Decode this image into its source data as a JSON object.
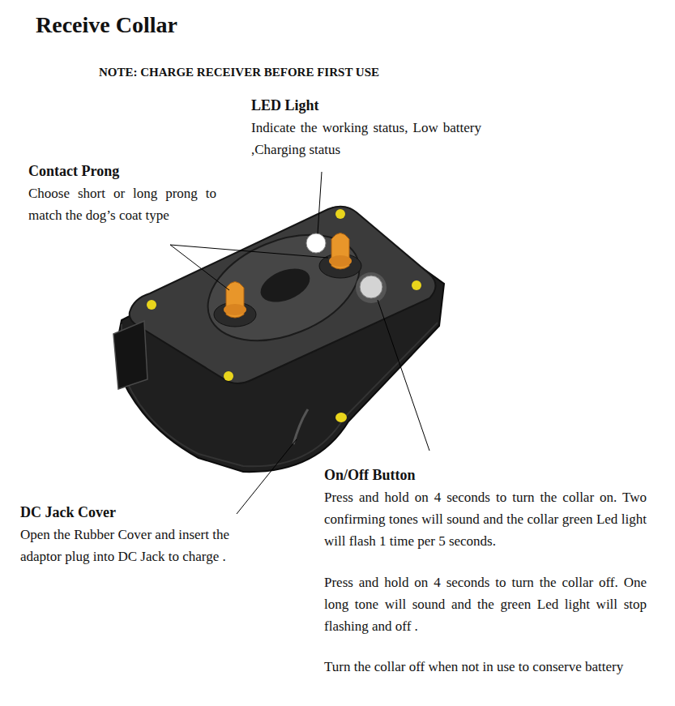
{
  "diagram": {
    "title": "Receive Collar",
    "labels": [
      "NOTE: CHARGE RECEIVER BEFORE FIRST USE",
      "LED Light",
      "Indicate the working status, Low battery ,Charging status",
      "Contact Prong",
      "Choose short or long prong to match the dog’s coat type",
      "On/Off Button",
      "Press and hold on 4 seconds to turn the collar on. Two confirming tones will sound and the collar green Led light will flash 1 time per 5 seconds.",
      "Press and hold on 4 seconds to turn the collar off. One long tone will sound and the green Led light will stop flashing and off .",
      "Turn the collar off when not in use to conserve battery",
      "DC Jack Cover",
      "Open the Rubber Cover and insert the adaptor plug into DC Jack to charge ."
    ]
  }
}
